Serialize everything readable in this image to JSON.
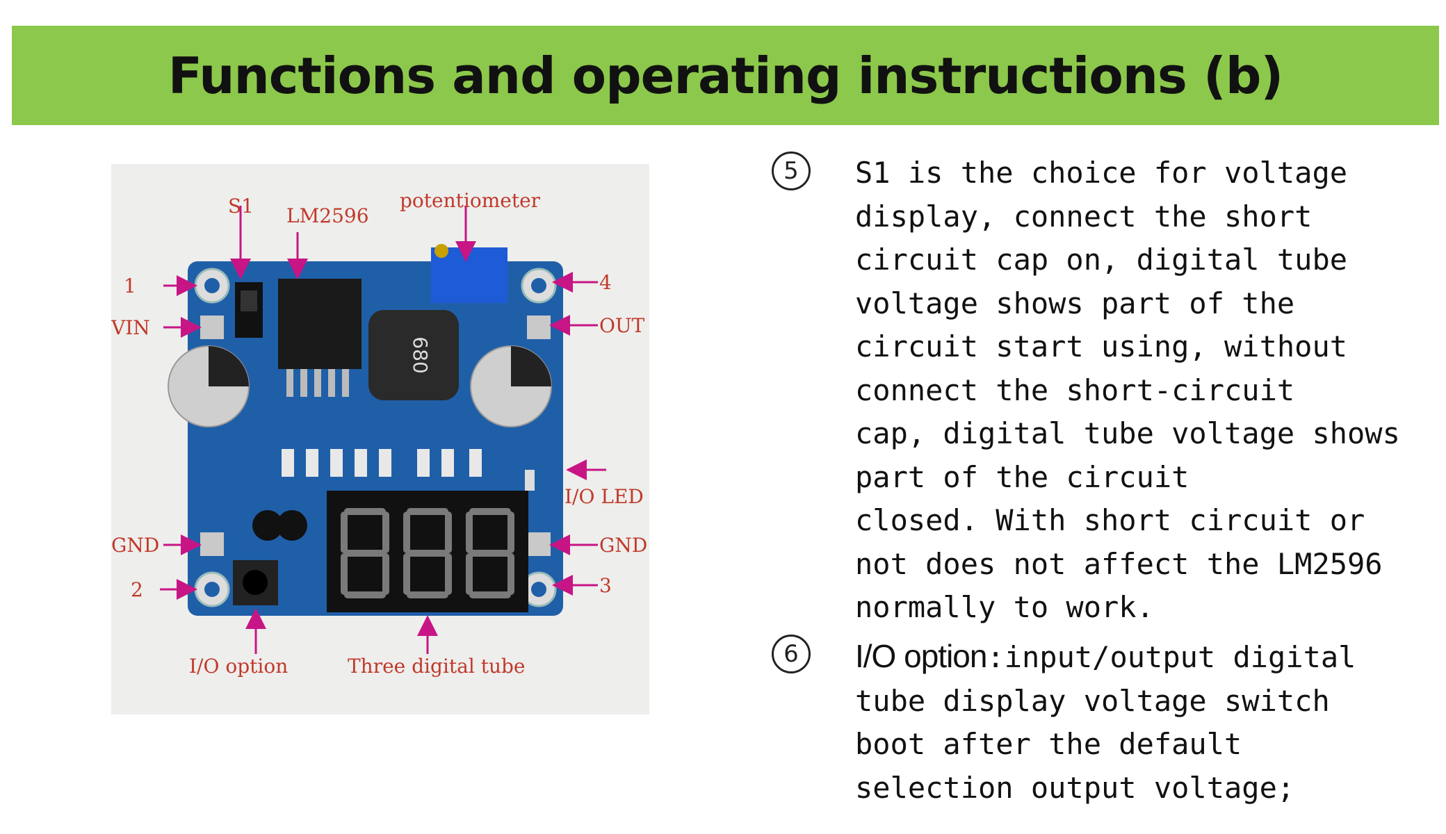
{
  "header": {
    "title": "Functions and operating instructions (b)",
    "background": "#8cc84b"
  },
  "diagram": {
    "labels": {
      "s1": "S1",
      "lm2596": "LM2596",
      "potentiometer": "potentiometer",
      "pin1": "1",
      "pin4": "4",
      "vin": "VIN",
      "out": "OUT",
      "io_led": "I/O LED",
      "gnd_left": "GND",
      "gnd_right": "GND",
      "pin2": "2",
      "pin3": "3",
      "io_option": "I/O option",
      "three_digital_tube": "Three digital tube"
    },
    "label_color": "#c0392b",
    "arrow_color": "#c71585",
    "board_color": "#1f5fa8",
    "display_digits": "8.8.8"
  },
  "instructions": [
    {
      "number": "5",
      "text": "S1 is the choice for voltage\ndisplay, connect the short\ncircuit cap on, digital tube\nvoltage shows part of the\ncircuit start using, without\nconnect the short-circuit\ncap, digital tube voltage shows\npart of the circuit\nclosed. With short circuit or\nnot does not affect the LM2596\nnormally to work."
    },
    {
      "number": "6",
      "highlight": "I/O option",
      "text": ":input/output digital\ntube display voltage switch\nboot after the default\nselection output voltage;"
    }
  ]
}
